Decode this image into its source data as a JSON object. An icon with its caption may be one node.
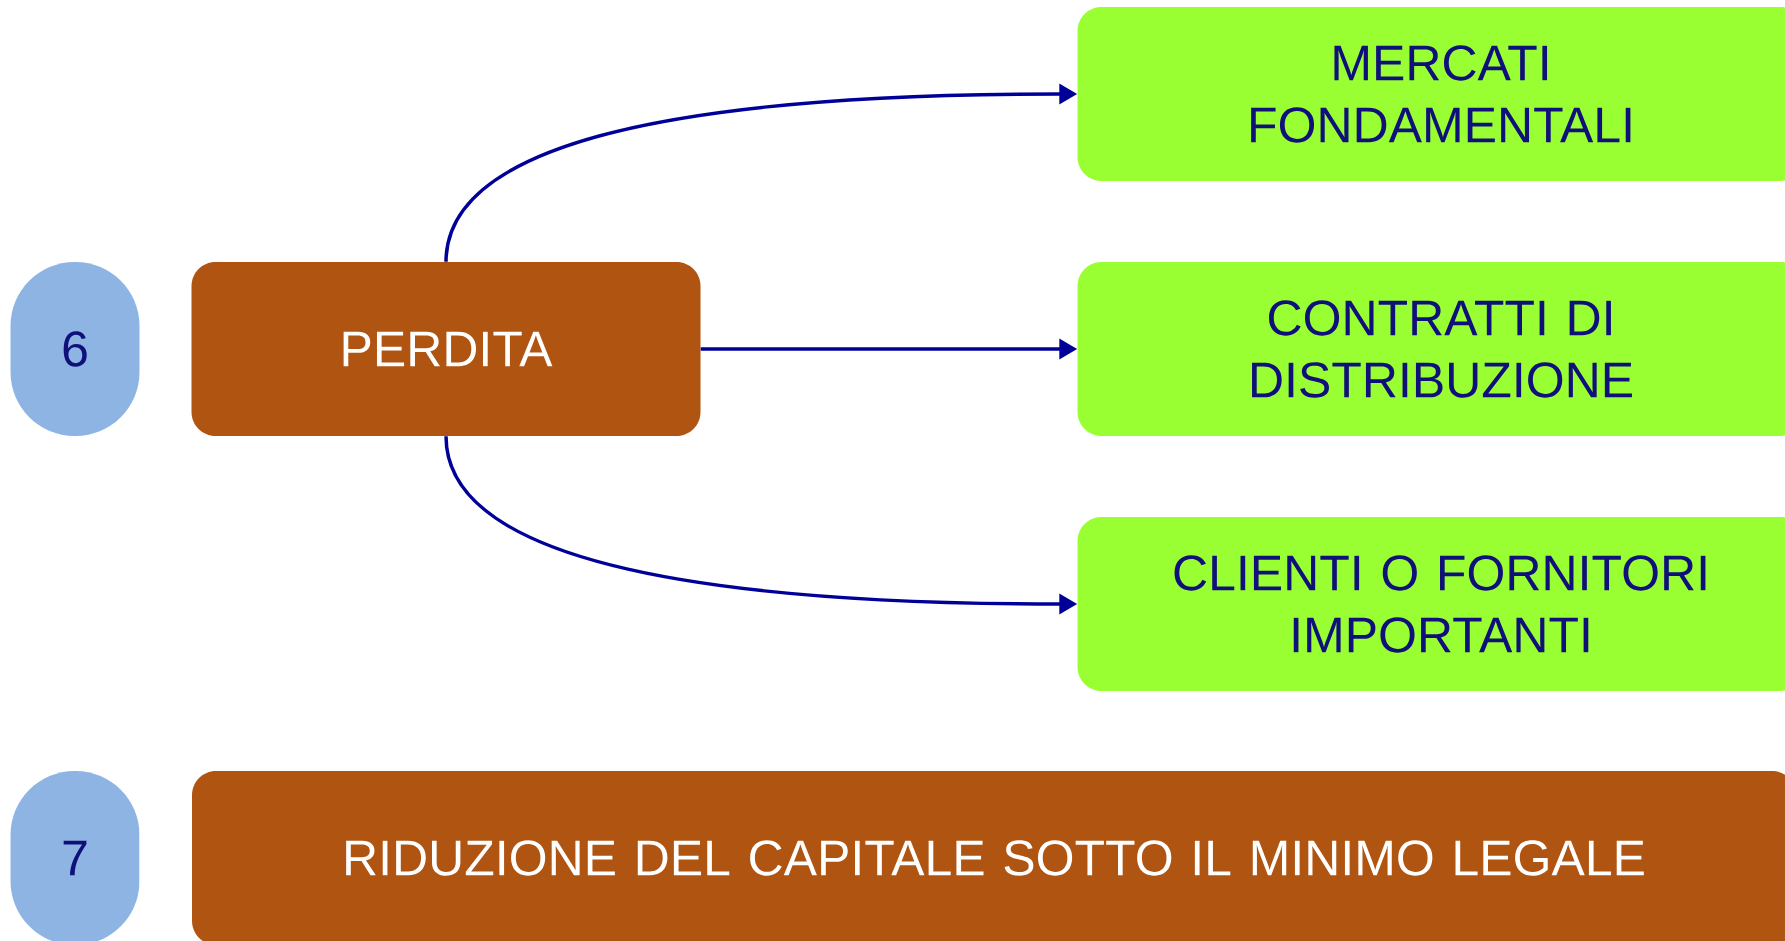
{
  "diagram": {
    "nodes": [
      {
        "text": [
          "6"
        ]
      },
      {
        "text": [
          "PERDITA"
        ]
      },
      {
        "text": [
          "MERCATI FONDAMENTALI"
        ]
      },
      {
        "text": [
          "CONTRATTI DI DISTRIBUZIONE"
        ]
      },
      {
        "text": [
          "CLIENTI O FORNITORI IMPORTANTI"
        ]
      },
      {
        "text": [
          "7"
        ]
      },
      {
        "text": [
          "RIDUZIONE DEL CAPITALE SOTTO IL MINIMO LEGALE"
        ]
      }
    ],
    "edges": [
      {
        "from": 1,
        "to": 2,
        "arrow": "to"
      },
      {
        "from": 1,
        "to": 3,
        "arrow": "to"
      },
      {
        "from": 1,
        "to": 4,
        "arrow": "to"
      }
    ]
  }
}
